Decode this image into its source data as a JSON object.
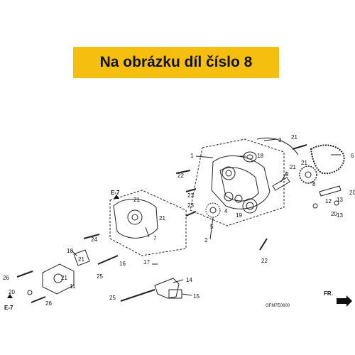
{
  "banner": {
    "text": "Na obrázku díl číslo 8",
    "color": "#f5bf0f"
  },
  "diagram": {
    "callouts": [
      "1",
      "2",
      "3",
      "4",
      "5",
      "6",
      "7",
      "8",
      "9",
      "10",
      "11",
      "12",
      "13",
      "13",
      "14",
      "15",
      "16",
      "17",
      "18",
      "19",
      "20",
      "20",
      "20",
      "21",
      "21",
      "21",
      "21",
      "21",
      "21",
      "21",
      "22",
      "22",
      "23",
      "23",
      "24",
      "25",
      "25",
      "26",
      "26"
    ],
    "references": [
      "E-7",
      "E-7"
    ],
    "direction_label": "FR.",
    "drawing_code": "GFM7E0600"
  }
}
